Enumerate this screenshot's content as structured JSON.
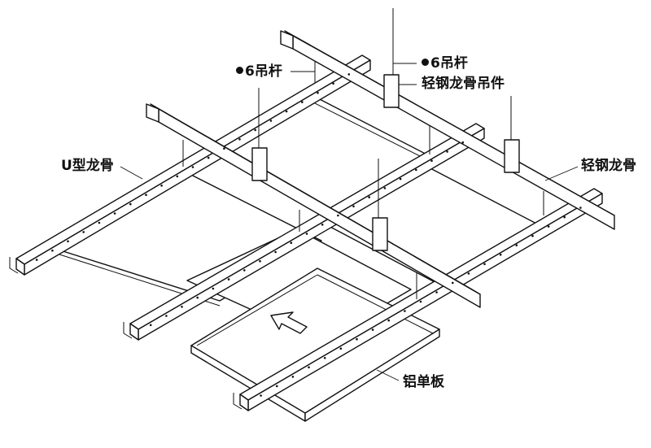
{
  "labels": {
    "rod_left": "6吊杆",
    "rod_right": "6吊杆",
    "hanger": "轻钢龙骨吊件",
    "u_keel": "U型龙骨",
    "light_steel_keel": "轻钢龙骨",
    "aluminum_panel": "铝单板"
  },
  "icons": {
    "rod_symbol": "filled-circle-icon",
    "insert_arrow": "arrow-up-left-icon"
  },
  "colors": {
    "line": "#111111",
    "background": "#ffffff"
  }
}
